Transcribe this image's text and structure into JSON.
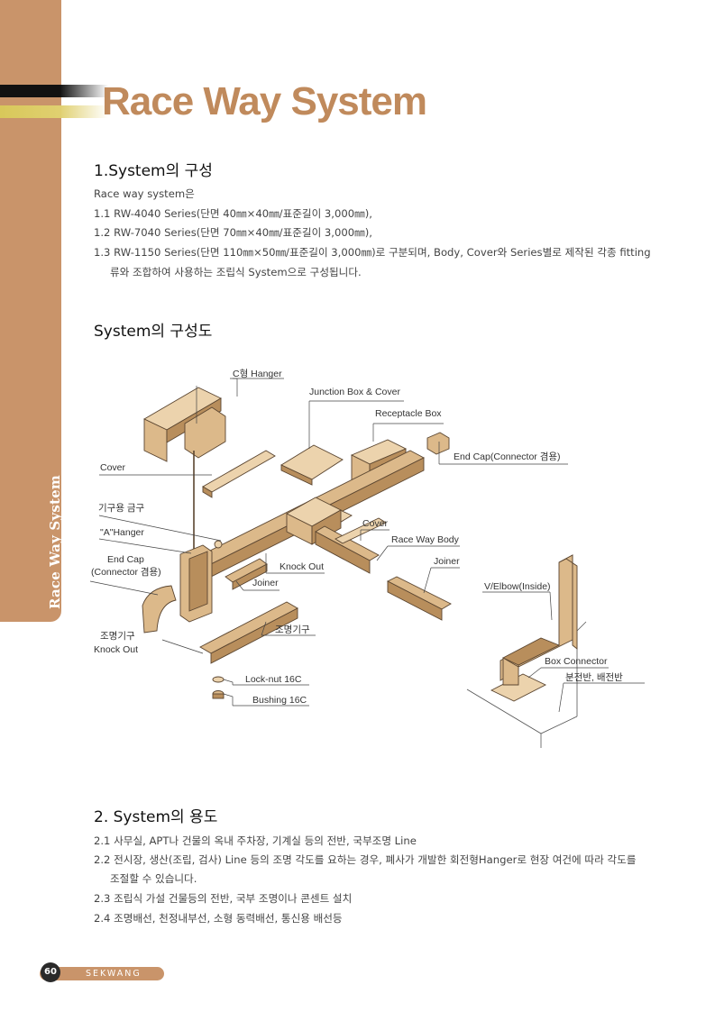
{
  "header": {
    "title": "Race Way System"
  },
  "sidebar": {
    "label": "Race Way System"
  },
  "section1": {
    "heading": "1.System의 구성",
    "lines": [
      "Race way system은",
      "1.1 RW-4040 Series(단면 40㎜×40㎜/표준길이 3,000㎜),",
      "1.2 RW-7040 Series(단면 70㎜×40㎜/표준길이 3,000㎜),",
      "1.3 RW-1150 Series(단면 110㎜×50㎜/표준길이 3,000㎜)로 구분되며, Body, Cover와 Series별로 제작된 각종 fitting",
      "류와 조합하여 사용하는 조립식 System으로 구성됩니다."
    ]
  },
  "diagram": {
    "heading": "System의 구성도",
    "labels": {
      "c_hanger": "C형 Hanger",
      "junction_box": "Junction Box & Cover",
      "receptacle_box": "Receptacle Box",
      "end_cap_top": "End Cap(Connector 겸용)",
      "cover_left": "Cover",
      "fixture_bracket": "기구용 금구",
      "a_hanger": "\"A\"Hanger",
      "end_cap_left": "End Cap\n(Connector 겸용)",
      "cover_mid": "Cover",
      "race_way_body": "Race Way Body",
      "knock_out": "Knock Out",
      "joiner_right": "Joiner",
      "joiner_left": "Joiner",
      "v_elbow": "V/Elbow(Inside)",
      "lighting_fixture": "조명기구",
      "lighting_knockout": "조명기구\nKnock Out",
      "box_connector": "Box Connector",
      "panel": "분전반, 배전반",
      "lock_nut": "Lock-nut 16C",
      "bushing": "Bushing 16C"
    }
  },
  "section2": {
    "heading": "2. System의 용도",
    "lines": [
      "2.1 사무실, APT나 건물의 옥내 주차장, 기계실 등의 전반, 국부조명 Line",
      "2.2 전시장, 생산(조립, 검사) Line 등의 조명 각도를 요하는 경우, 폐사가 개발한 회전형Hanger로 현장 여건에 따라 각도를",
      "조절할 수 있습니다.",
      "2.3 조립식 가설 건물등의 전반, 국부 조명이나 콘센트 설치",
      "2.4 조명배선, 천정내부선, 소형 동력배선, 통신용 배선등"
    ]
  },
  "footer": {
    "page_number": "60",
    "brand": "SEKWANG"
  },
  "colors": {
    "accent": "#c9946a",
    "title": "#c08a5c",
    "part_fill": "#dcb98a",
    "part_shade": "#b88e5c"
  }
}
